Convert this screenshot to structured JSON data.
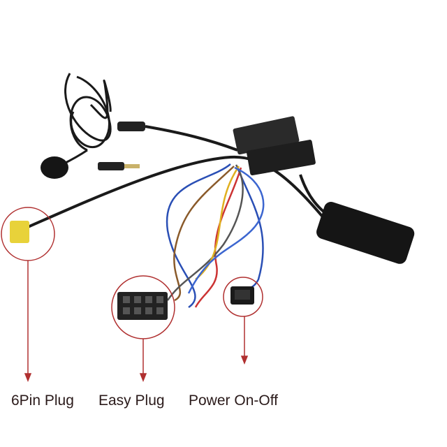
{
  "labels": {
    "six_pin": "6Pin Plug",
    "easy_plug": "Easy Plug",
    "power": "Power On-Off"
  },
  "colors": {
    "callout": "#b03030",
    "cable": "#1a1a1a",
    "plug_yellow": "#e8d23a"
  }
}
